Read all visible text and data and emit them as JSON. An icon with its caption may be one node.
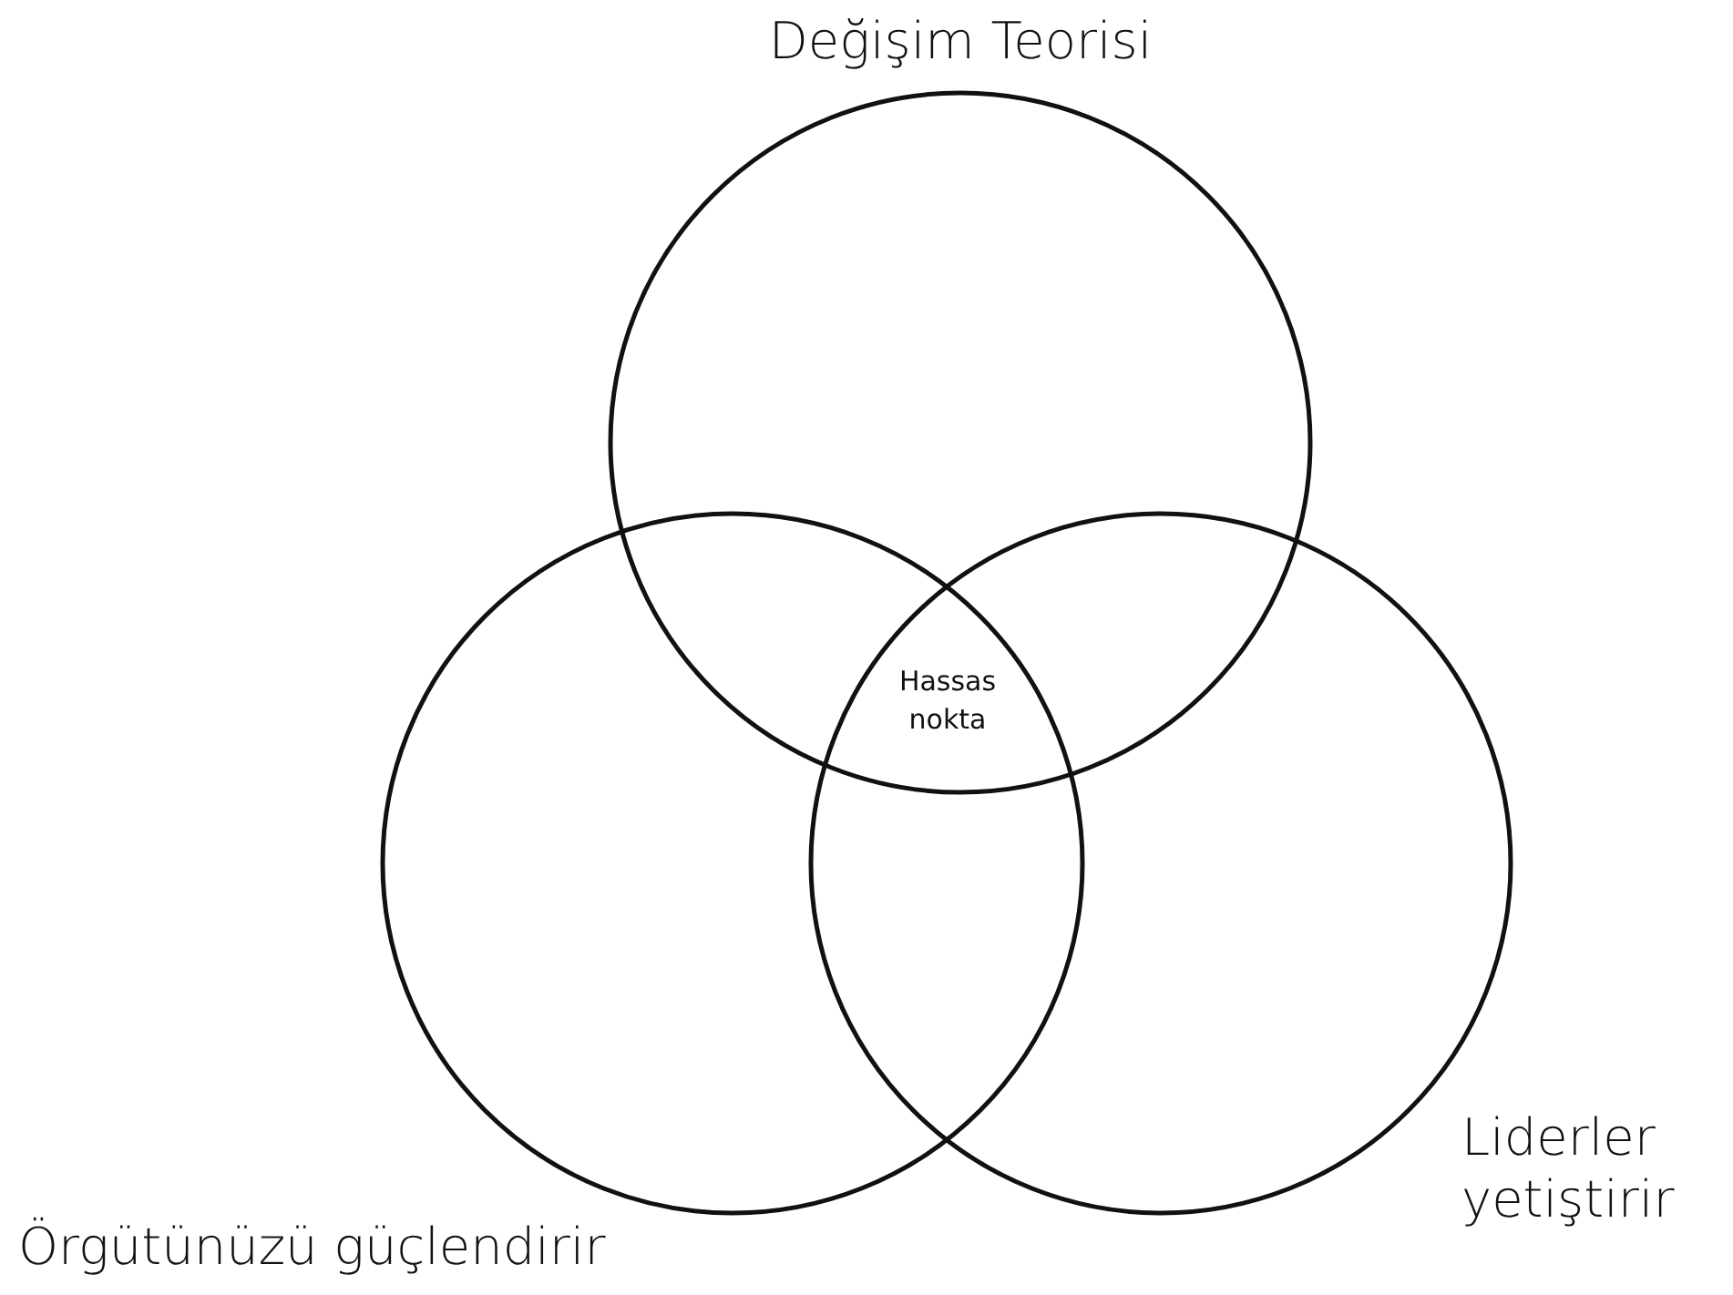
{
  "diagram": {
    "nodes": [
      {
        "text": [
          "Değişim Teorisi"
        ]
      },
      {
        "text": [
          "Örgütünüzü güçlendirir"
        ]
      },
      {
        "text": [
          "Liderler yetiştirir"
        ]
      }
    ],
    "labels": [
      "Hassas nokta"
    ]
  }
}
